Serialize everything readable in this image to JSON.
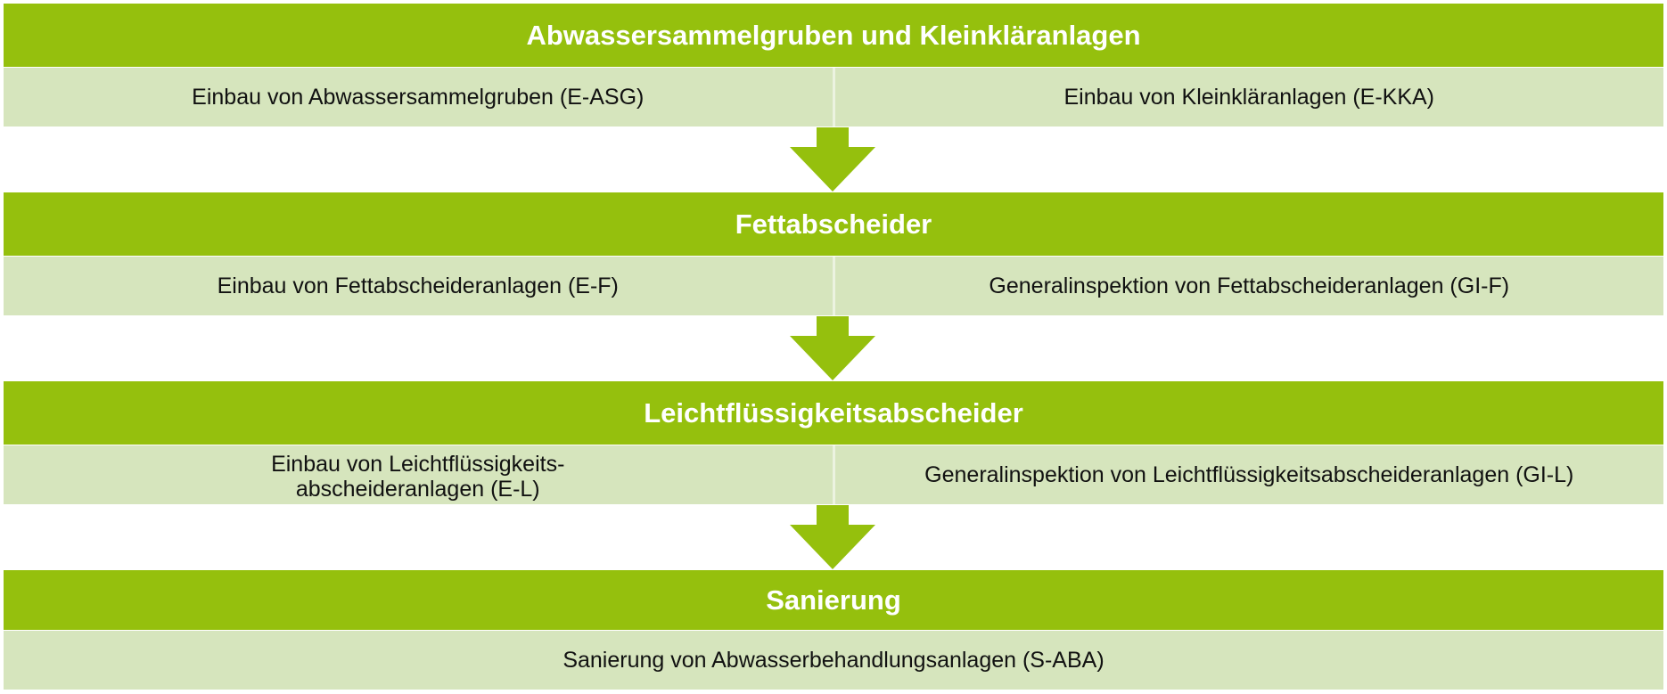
{
  "colors": {
    "header": "#95c00d",
    "row": "#d6e5bd",
    "arrow": "#95c00d",
    "header_text": "#ffffff",
    "cell_text": "#111111"
  },
  "sections": [
    {
      "title": "Abwassersammelgruben und Kleinkläranlagen",
      "items": [
        "Einbau von Abwassersammelgruben (E-ASG)",
        "Einbau von Kleinkläranlagen (E-KKA)"
      ]
    },
    {
      "title": "Fettabscheider",
      "items": [
        "Einbau von Fettabscheideranlagen (E-F)",
        "Generalinspektion von Fettabscheideranlagen (GI-F)"
      ]
    },
    {
      "title": "Leichtflüssigkeitsabscheider",
      "items": [
        "Einbau von Leichtflüssigkeits-\nabscheideranlagen (E-L)",
        "Generalinspektion von Leichtflüssigkeitsabscheideranlagen (GI-L)"
      ]
    },
    {
      "title": "Sanierung",
      "items": [
        "Sanierung von Abwasserbehandlungsanlagen (S-ABA)"
      ]
    }
  ]
}
